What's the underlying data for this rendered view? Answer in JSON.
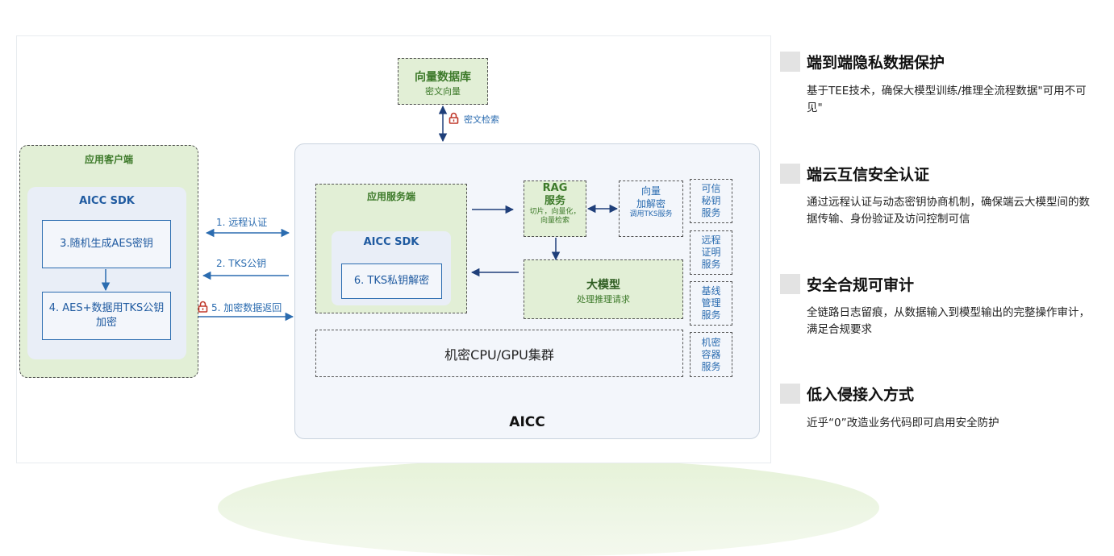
{
  "diagram": {
    "vector_db": {
      "title": "向量数据库",
      "subtitle": "密文向量"
    },
    "cipher_search": "密文检索",
    "client": {
      "title": "应用客户端",
      "sdk_title": "AICC SDK",
      "step3": "3.随机生成AES密钥",
      "step4": "4. AES+数据用TKS公钥加密"
    },
    "flows": {
      "step1": "1. 远程认证",
      "step2": "2. TKS公钥",
      "step5": "5. 加密数据返回"
    },
    "aicc": {
      "label": "AICC",
      "app_server": {
        "title": "应用服务端",
        "sdk_title": "AICC SDK",
        "step6": "6. TKS私钥解密"
      },
      "rag": {
        "title": "RAG\n服务",
        "subtitle": "切片，向量化，向量检索"
      },
      "vector_crypto": {
        "title": "向量\n加解密",
        "subtitle": "调用TKS服务"
      },
      "llm": {
        "title": "大模型",
        "subtitle": "处理推理请求"
      },
      "cluster": "机密CPU/GPU集群",
      "services": [
        "可信\n秘钥\n服务",
        "远程\n证明\n服务",
        "基线\n管理\n服务",
        "机密\n容器\n服务"
      ]
    }
  },
  "features": [
    {
      "title": "端到端隐私数据保护",
      "desc": "基于TEE技术，确保大模型训练/推理全流程数据\"可用不可见\""
    },
    {
      "title": "端云互信安全认证",
      "desc": "通过远程认证与动态密钥协商机制，确保端云大模型间的数据传输、身份验证及访问控制可信"
    },
    {
      "title": "安全合规可审计",
      "desc": "全链路日志留痕，从数据输入到模型输出的完整操作审计，满足合规要求"
    },
    {
      "title": "低入侵接入方式",
      "desc": "近乎“0”改造业务代码即可启用安全防护"
    }
  ],
  "colors": {
    "accent_blue": "#2b6cb0",
    "green_fill": "#e2efd6",
    "lock_red": "#c0392b"
  }
}
